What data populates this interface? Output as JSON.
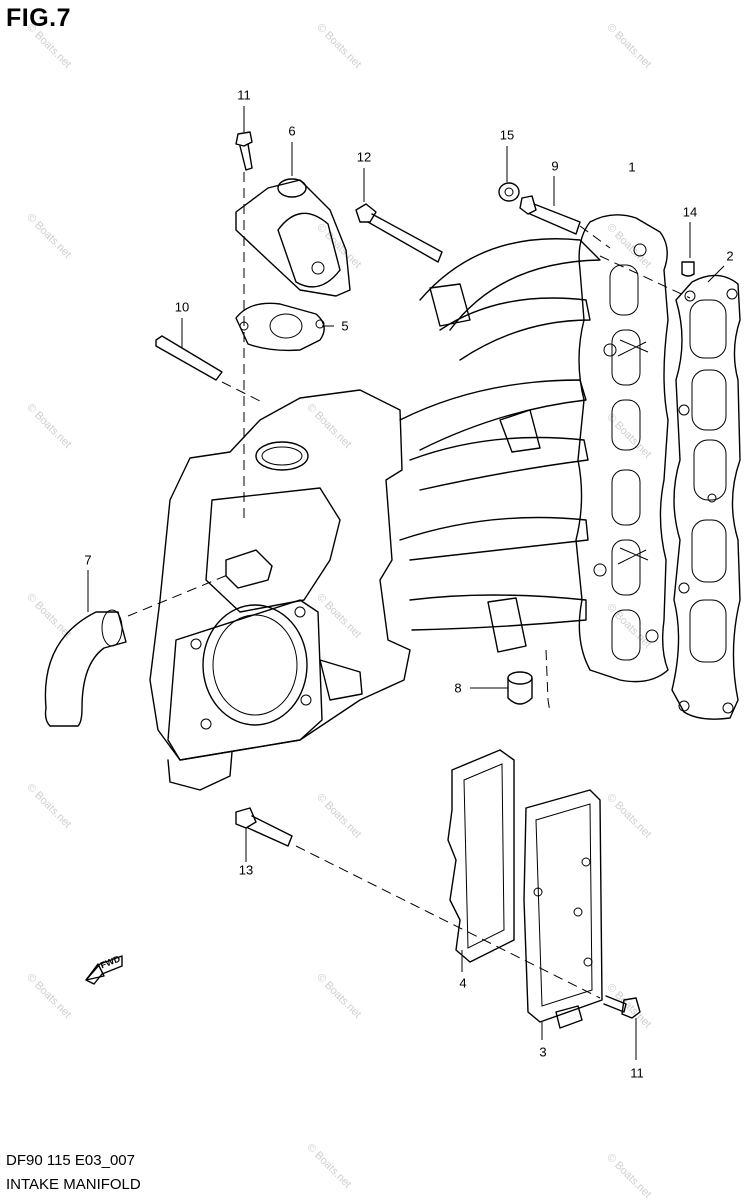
{
  "figure": {
    "title": "FIG.7",
    "code": "DF90 115 E03_007",
    "name": "INTAKE MANIFOLD"
  },
  "watermark_text": "© Boats.net",
  "direction_label": "FWD",
  "callouts": [
    "1",
    "2",
    "3",
    "4",
    "5",
    "6",
    "7",
    "8",
    "9",
    "10",
    "11",
    "11",
    "12",
    "13",
    "14",
    "15"
  ],
  "colors": {
    "line": "#000000",
    "background": "#ffffff",
    "watermark": "#cfcfcf"
  }
}
